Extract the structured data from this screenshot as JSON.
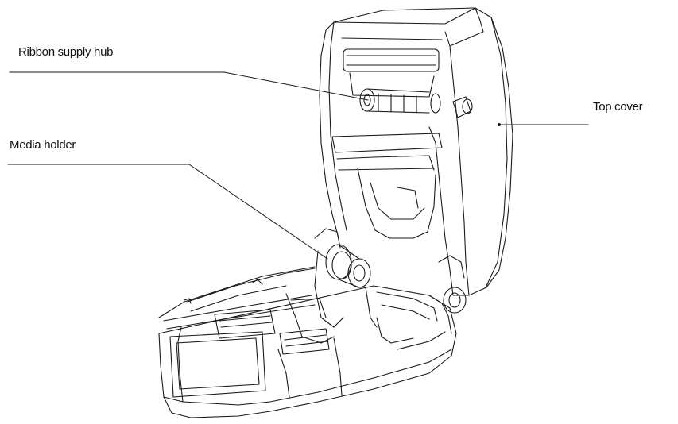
{
  "labels": {
    "ribbon_supply_hub": "Ribbon supply hub",
    "media_holder": "Media holder",
    "top_cover": "Top cover"
  },
  "colors": {
    "line": "#1a1a1a",
    "background": "#ffffff"
  }
}
